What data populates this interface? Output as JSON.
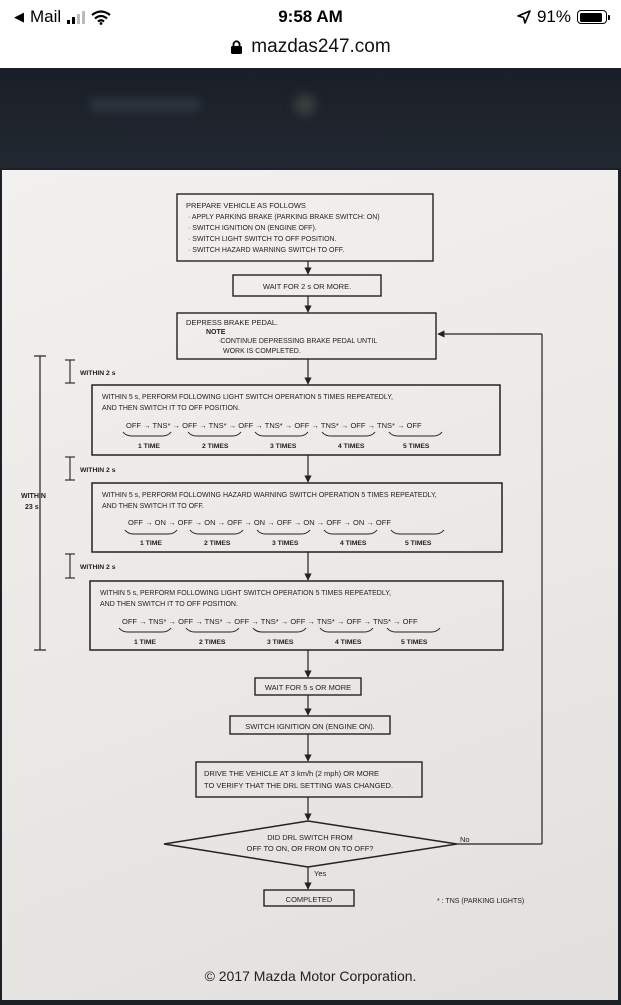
{
  "status_bar": {
    "back_label": "Mail",
    "time": "9:58 AM",
    "battery": "91%"
  },
  "url_bar": {
    "domain": "mazdas247.com"
  },
  "flowchart": {
    "prepare_title": "PREPARE VEHICLE AS FOLLOWS",
    "prepare_items": [
      "· APPLY PARKING BRAKE (PARKING BRAKE SWITCH: ON)",
      "· SWITCH IGNITION ON (ENGINE OFF).",
      "· SWITCH LIGHT SWITCH TO OFF POSITION.",
      "· SWITCH HAZARD WARNING SWITCH TO OFF."
    ],
    "wait_2s": "WAIT FOR 2 s OR MORE.",
    "brake_main": "DEPRESS BRAKE PEDAL.",
    "note_label": "NOTE",
    "note_line1": "·CONTINUE DEPRESSING BRAKE PEDAL UNTIL",
    "note_line2": "WORK IS COMPLETED.",
    "within_2s": "WITHIN 2 s",
    "within_23s_a": "WITHIN",
    "within_23s_b": "23 s",
    "light_line1": "WITHIN 5 s, PERFORM FOLLOWING LIGHT SWITCH OPERATION 5 TIMES REPEATEDLY,",
    "light_line2": "AND THEN SWITCH IT TO OFF POSITION.",
    "light_seq": "OFF → TNS* → OFF → TNS* → OFF → TNS* → OFF → TNS* → OFF → TNS* → OFF",
    "hazard_line1": "WITHIN 5 s, PERFORM FOLLOWING HAZARD WARNING SWITCH OPERATION 5 TIMES REPEATEDLY,",
    "hazard_line2": "AND THEN SWITCH IT TO OFF.",
    "hazard_seq": "OFF → ON → OFF → ON → OFF → ON → OFF → ON → OFF → ON → OFF",
    "count_labels": [
      "1 TIME",
      "2 TIMES",
      "3 TIMES",
      "4 TIMES",
      "5 TIMES"
    ],
    "wait_5s": "WAIT FOR 5 s OR MORE",
    "ignition_on": "SWITCH IGNITION ON (ENGINE ON).",
    "drive_line1": "DRIVE THE VEHICLE AT 3 km/h (2 mph) OR MORE",
    "drive_line2": "TO VERIFY THAT THE DRL SETTING WAS CHANGED.",
    "decision_line1": "DID DRL SWITCH FROM",
    "decision_line2": "OFF TO ON, OR FROM ON TO OFF?",
    "no_label": "No",
    "yes_label": "Yes",
    "completed": "COMPLETED",
    "footnote": "* : TNS (PARKING LIGHTS)"
  },
  "copyright": "© 2017 Mazda Motor Corporation."
}
